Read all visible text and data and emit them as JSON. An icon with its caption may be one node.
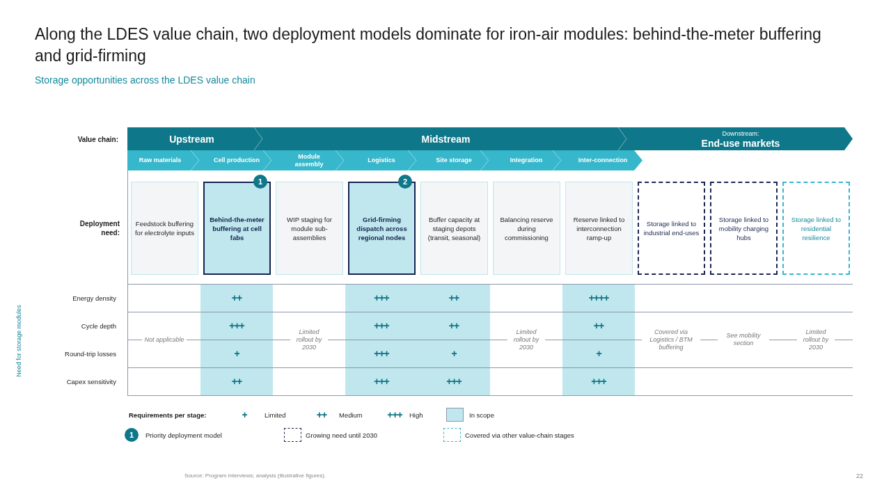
{
  "diagram": {
    "title": "Along the LDES value chain, two deployment models dominate for iron-air modules: behind-the-meter buffering and grid-firming",
    "nodes": [
      {
        "text": [
          "Upstream"
        ]
      },
      {
        "text": [
          "Midstream"
        ]
      },
      {
        "text": [
          "Downstream:",
          "End-use markets"
        ]
      },
      {
        "text": [
          "Raw materials"
        ]
      },
      {
        "text": [
          "Cell production"
        ]
      },
      {
        "text": [
          "Module assembly"
        ]
      },
      {
        "text": [
          "Logistics"
        ]
      },
      {
        "text": [
          "Site storage"
        ]
      },
      {
        "text": [
          "Integration"
        ]
      },
      {
        "text": [
          "Inter-connection"
        ]
      },
      {
        "text": [
          "Feedstock buffering for electrolyte inputs"
        ]
      },
      {
        "text": [
          "Behind-the-meter buffering at cell fabs"
        ]
      },
      {
        "text": [
          "WIP staging for module sub-assemblies"
        ]
      },
      {
        "text": [
          "Grid-firming dispatch across regional nodes"
        ]
      },
      {
        "text": [
          "Buffer capacity at staging depots (transit, seasonal)"
        ]
      },
      {
        "text": [
          "Balancing reserve during commissioning"
        ]
      },
      {
        "text": [
          "Reserve linked to interconnection ramp-up"
        ]
      },
      {
        "text": [
          "Storage linked to industrial end-uses"
        ]
      },
      {
        "text": [
          "Storage linked to mobility charging hubs"
        ]
      },
      {
        "text": [
          "Storage linked to residential resilience"
        ]
      },
      {
        "text": [
          "1"
        ]
      },
      {
        "text": [
          "2"
        ]
      },
      {
        "text": [
          "1"
        ]
      }
    ],
    "labels": [
      "Storage opportunities across the LDES value chain",
      "Value chain:",
      "Deployment need:",
      "Need for storage modules",
      "Energy density",
      "++",
      "+++",
      "++",
      "++++",
      "Cycle depth",
      "Not applicable",
      "+++",
      "Limited rollout by 2030",
      "+++",
      "++",
      "Limited rollout by 2030",
      "++",
      "Covered via Logistics / BTM buffering",
      "See mobility section",
      "Limited rollout by 2030",
      "Round-trip losses",
      "+",
      "+++",
      "+",
      "+",
      "Capex sensitivity",
      "++",
      "+++",
      "+++",
      "+++",
      "Requirements per stage:",
      "+",
      "++",
      "+++",
      "Source: Program interviews; analysis (illustrative figures).",
      "22"
    ],
    "legend": [
      {
        "text": "Limited"
      },
      {
        "text": "Medium"
      },
      {
        "text": "High"
      },
      {
        "text": "In scope",
        "color": "#bfe7ed"
      },
      {
        "text": "Priority deployment model"
      },
      {
        "text": "Growing need until 2030"
      },
      {
        "text": "Covered via other value-chain stages"
      }
    ]
  }
}
